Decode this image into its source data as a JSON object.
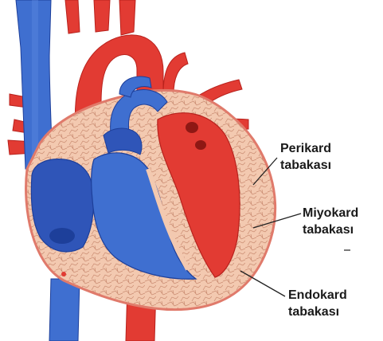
{
  "labels": {
    "perikard": {
      "line1": "Perikard",
      "line2": "tabakası"
    },
    "miyokard": {
      "line1": "Miyokard",
      "line2": "tabakası"
    },
    "endokard": {
      "line1": "Endokard",
      "line2": "tabakası"
    }
  },
  "colors": {
    "artery_red": "#e23b33",
    "artery_dark": "#b8221d",
    "vein_blue": "#3f6fd0",
    "vein_dark": "#1d3f9a",
    "myocardium": "#f3c9b0",
    "myocardium_vein": "#c98a70",
    "leader_line": "#222222"
  }
}
